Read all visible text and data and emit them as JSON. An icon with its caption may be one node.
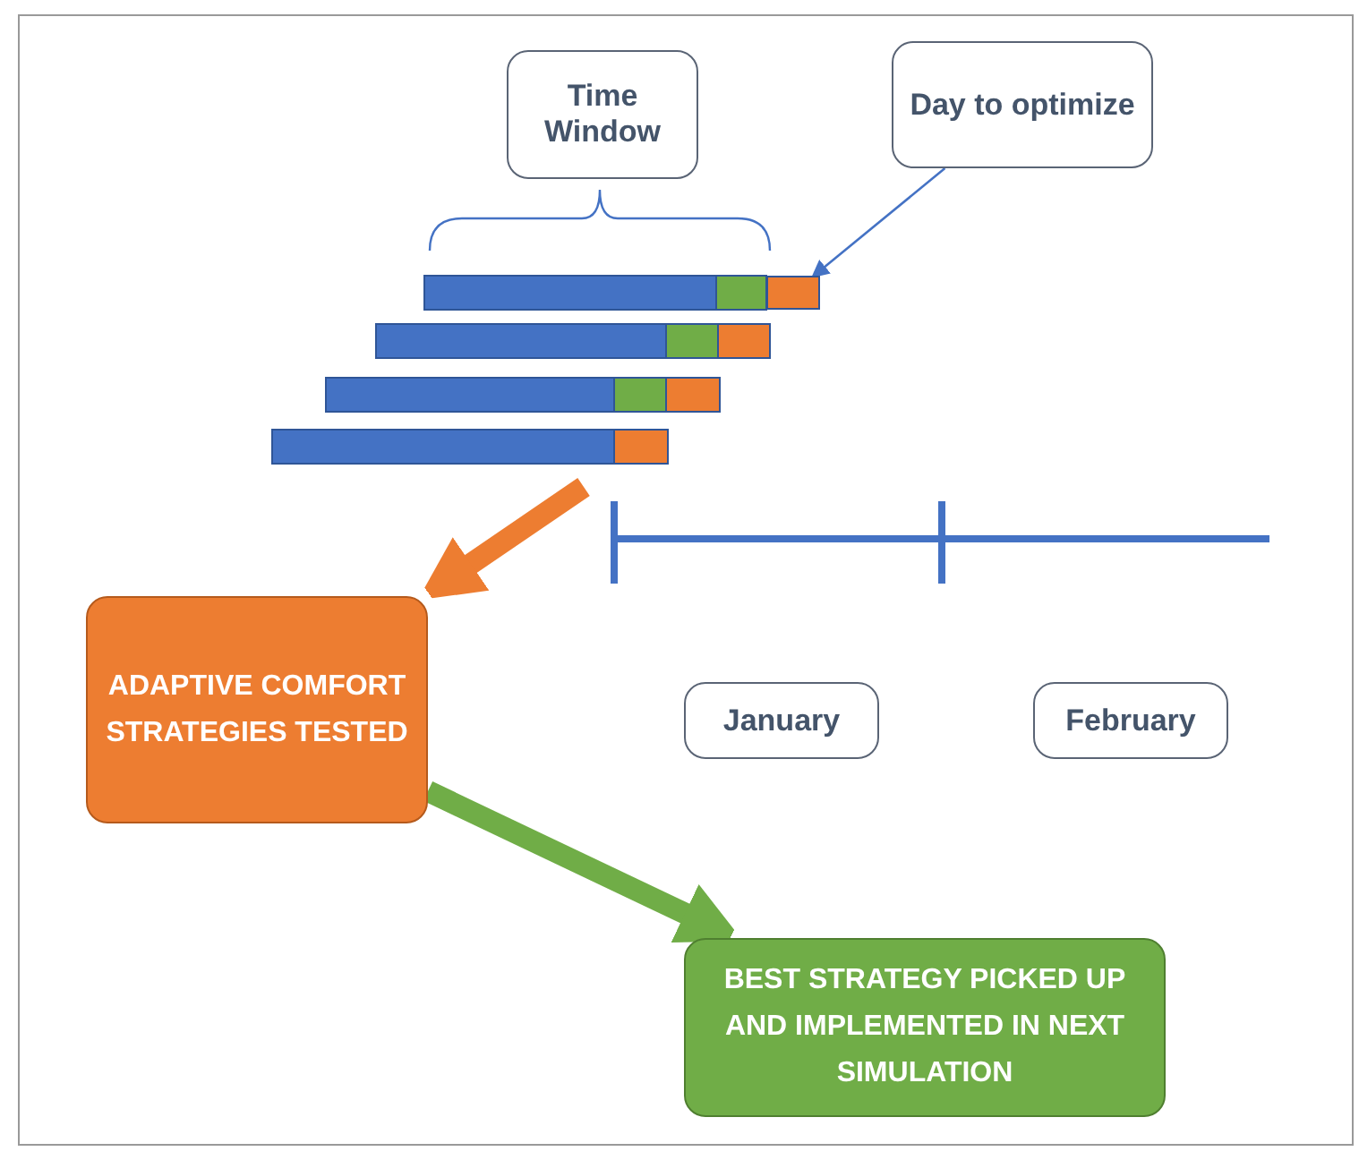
{
  "diagram": {
    "nodes": [
      {
        "text": [
          "Time Window"
        ]
      },
      {
        "text": [
          "Day to optimize"
        ]
      },
      {
        "text": [],
        "shape": "bar"
      },
      {
        "text": [
          "ADAPTIVE COMFORT STRATEGIES TESTED"
        ]
      },
      {
        "text": [
          "January"
        ]
      },
      {
        "text": [
          "February"
        ]
      },
      {
        "text": [
          "BEST STRATEGY PICKED UP AND IMPLEMENTED IN NEXT SIMULATION"
        ]
      }
    ],
    "edges": [
      {
        "from": 1,
        "to": 2,
        "arrow": "to",
        "color": "#4472c4"
      },
      {
        "from": null,
        "to": 3,
        "arrow": "to",
        "color": "#ed7d31"
      },
      {
        "from": 3,
        "to": 6,
        "arrow": "to",
        "color": "#70ad47"
      }
    ]
  }
}
